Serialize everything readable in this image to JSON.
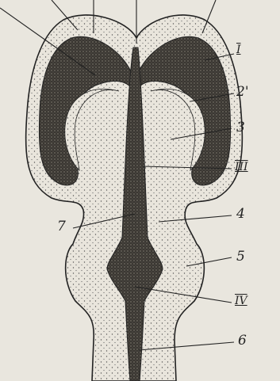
{
  "figure": {
    "labels": [
      {
        "id": "I",
        "text": "I"
      },
      {
        "id": "2prime",
        "text": "2'"
      },
      {
        "id": "3",
        "text": "3"
      },
      {
        "id": "III",
        "text": "III"
      },
      {
        "id": "4",
        "text": "4"
      },
      {
        "id": "7",
        "text": "7"
      },
      {
        "id": "5",
        "text": "5"
      },
      {
        "id": "IV",
        "text": "IV"
      },
      {
        "id": "6",
        "text": "6"
      }
    ],
    "colors": {
      "background": "#e9e6de",
      "outline": "#222222",
      "light_tissue": "#e9e5dc",
      "dark_tissue": "#3a3732"
    }
  }
}
